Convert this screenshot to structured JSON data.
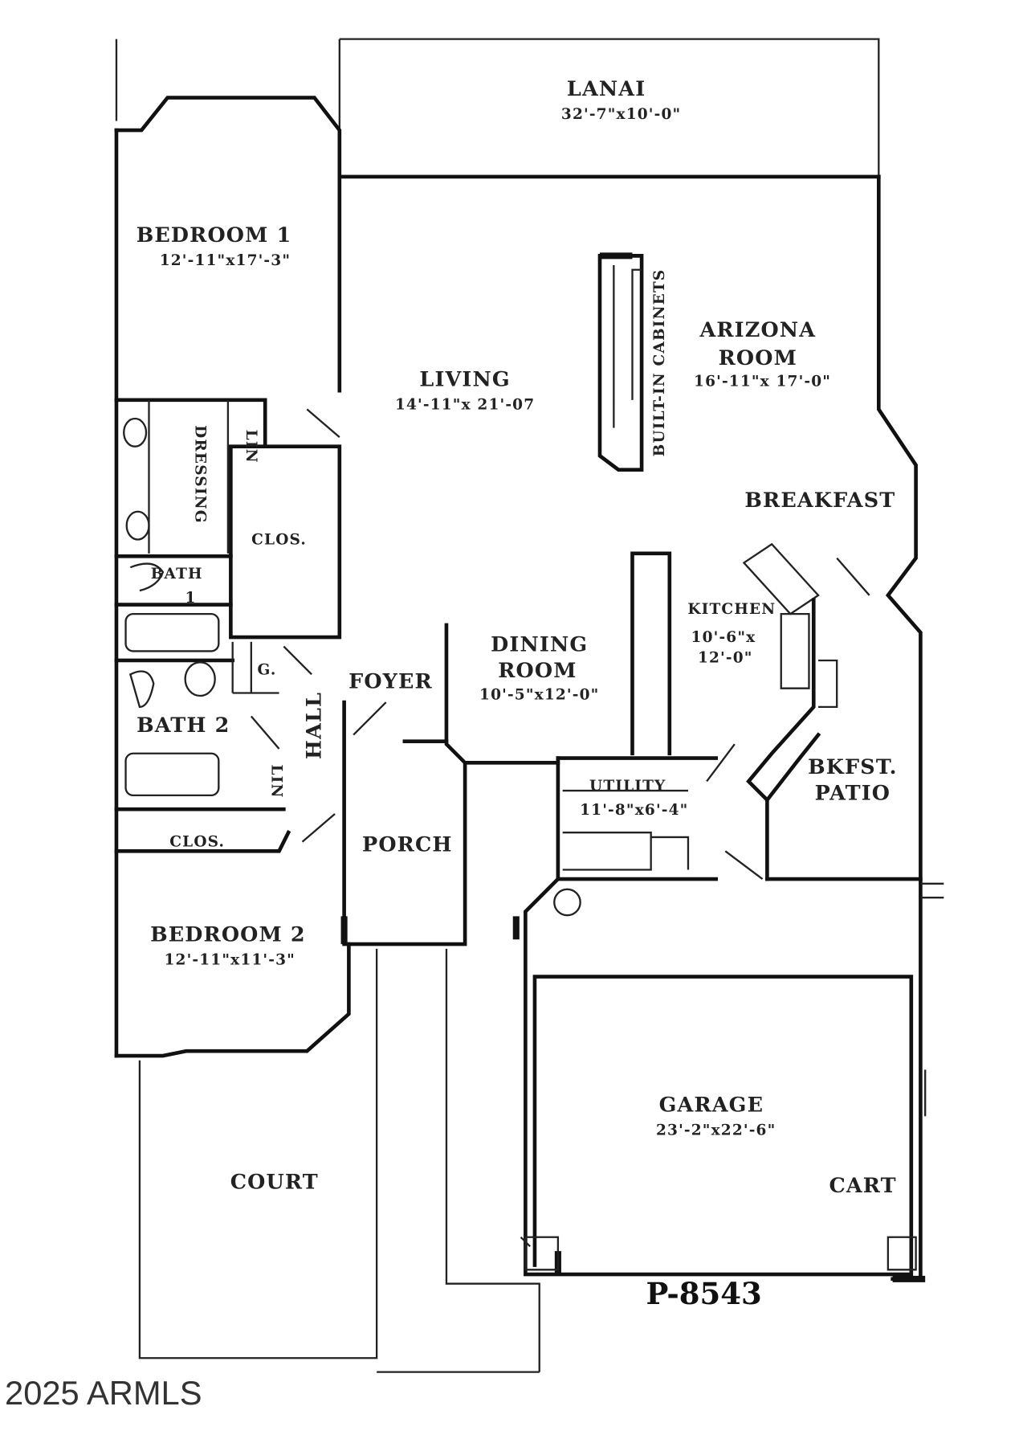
{
  "plan_id": "P-8543",
  "copyright": "2025 ARMLS",
  "rooms": {
    "lanai": {
      "name": "LANAI",
      "size": "32'-7\"x10'-0\""
    },
    "bedroom1": {
      "name": "BEDROOM 1",
      "size": "12'-11\"x17'-3\""
    },
    "living": {
      "name": "LIVING",
      "size": "14'-11\"x 21'-07"
    },
    "arizona": {
      "name1": "ARIZONA",
      "name2": "ROOM",
      "size": "16'-11\"x 17'-0\""
    },
    "builtin": {
      "name": "BUILT-IN CABINETS"
    },
    "breakfast": {
      "name": "BREAKFAST"
    },
    "dressing": {
      "name": "DRESSING"
    },
    "clos1": {
      "name": "CLOS."
    },
    "bath1": {
      "name": "BATH",
      "num": "1"
    },
    "g": {
      "name": "G."
    },
    "bath2": {
      "name": "BATH 2"
    },
    "hall": {
      "name": "HALL"
    },
    "foyer": {
      "name": "FOYER"
    },
    "dining": {
      "name1": "DINING",
      "name2": "ROOM",
      "size": "10'-5\"x12'-0\""
    },
    "kitchen": {
      "name": "KITCHEN",
      "size1": "10'-6\"x",
      "size2": "12'-0\""
    },
    "utility": {
      "name": "UTILITY",
      "size": "11'-8\"x6'-4\""
    },
    "bkfst_patio": {
      "name1": "BKFST.",
      "name2": "PATIO"
    },
    "clos2": {
      "name": "CLOS."
    },
    "porch": {
      "name": "PORCH"
    },
    "bedroom2": {
      "name": "BEDROOM 2",
      "size": "12'-11\"x11'-3\""
    },
    "court": {
      "name": "COURT"
    },
    "garage": {
      "name": "GARAGE",
      "size": "23'-2\"x22'-6\""
    },
    "cart": {
      "name": "CART"
    },
    "lin1": {
      "name": "LIN"
    },
    "lin2": {
      "name": "LIN"
    }
  }
}
